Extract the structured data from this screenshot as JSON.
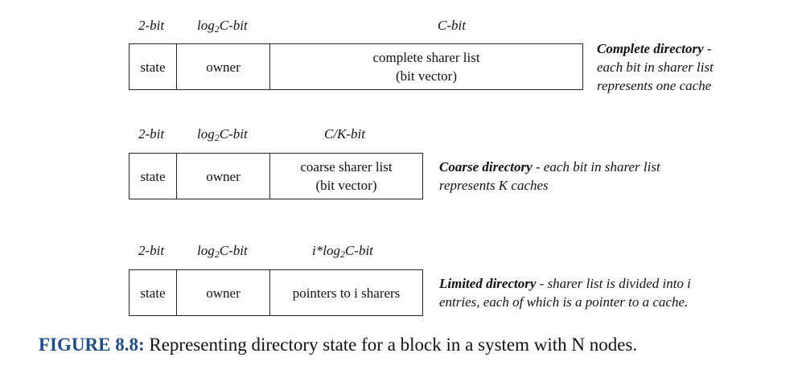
{
  "rows": [
    {
      "id": "complete",
      "bit_labels": {
        "state": "2-bit",
        "owner_pre": "log",
        "owner_sub": "2",
        "owner_post": "C-bit",
        "sharer_pre": "",
        "sharer_sub": "",
        "sharer_post": "C-bit"
      },
      "fields": {
        "state": "state",
        "owner": "owner",
        "sharer_line1": "complete sharer list",
        "sharer_line2": "(bit vector)"
      },
      "description": {
        "title": "Complete directory",
        "sep": " -",
        "text": "each bit in sharer list represents one cache"
      }
    },
    {
      "id": "coarse",
      "bit_labels": {
        "state": "2-bit",
        "owner_pre": "log",
        "owner_sub": "2",
        "owner_post": "C-bit",
        "sharer_pre": "",
        "sharer_sub": "",
        "sharer_post": "C/K-bit"
      },
      "fields": {
        "state": "state",
        "owner": "owner",
        "sharer_line1": "coarse sharer list",
        "sharer_line2": "(bit vector)"
      },
      "description": {
        "title": "Coarse directory",
        "sep": " - ",
        "text": "each bit in sharer list represents K caches"
      }
    },
    {
      "id": "limited",
      "bit_labels": {
        "state": "2-bit",
        "owner_pre": "log",
        "owner_sub": "2",
        "owner_post": "C-bit",
        "sharer_pre": "i*log",
        "sharer_sub": "2",
        "sharer_post": "C-bit"
      },
      "fields": {
        "state": "state",
        "owner": "owner",
        "sharer_line1": "pointers to i sharers",
        "sharer_line2": ""
      },
      "description": {
        "title": "Limited directory",
        "sep": " - ",
        "text": "sharer list is divided into i entries, each of which is a pointer to a cache."
      }
    }
  ],
  "caption": {
    "label": "FIGURE 8.8:",
    "text": " Representing directory state for a block in a system with N nodes."
  }
}
